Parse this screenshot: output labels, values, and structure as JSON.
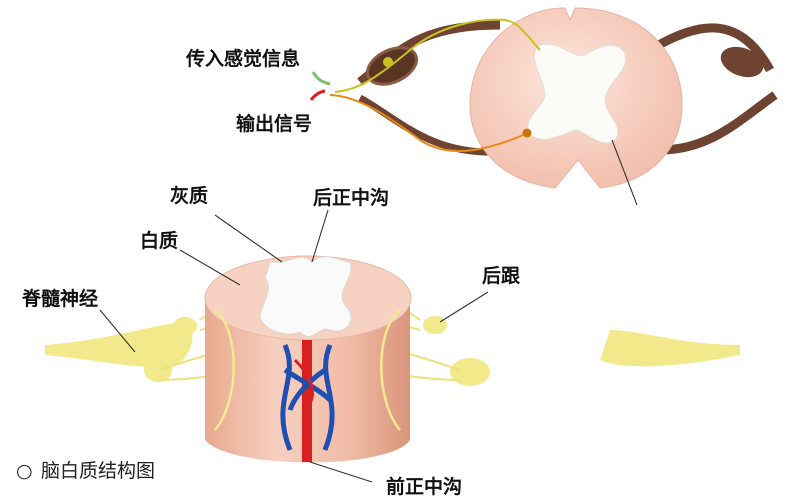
{
  "top_diagram": {
    "afferent_label": "传入感觉信息",
    "efferent_label": "输出信号"
  },
  "bottom_diagram": {
    "gray_matter_label": "灰质",
    "posterior_median_sulcus_label": "后正中沟",
    "white_matter_label": "白质",
    "spinal_nerve_label": "脊髓神经",
    "dorsal_root_label": "后跟",
    "anterior_median_fissure_label": "前正中沟"
  },
  "caption": {
    "bullet": "○",
    "text": "脑白质结构图"
  },
  "colors": {
    "white_matter": "#f6cbbd",
    "nerve_brown": "#6e4331",
    "sensory_fiber": "#c9c21c",
    "motor_fiber": "#e88a1a",
    "artery": "#d92020",
    "vein": "#1f4fb0",
    "nerve_yellow": "#f1e98a"
  }
}
